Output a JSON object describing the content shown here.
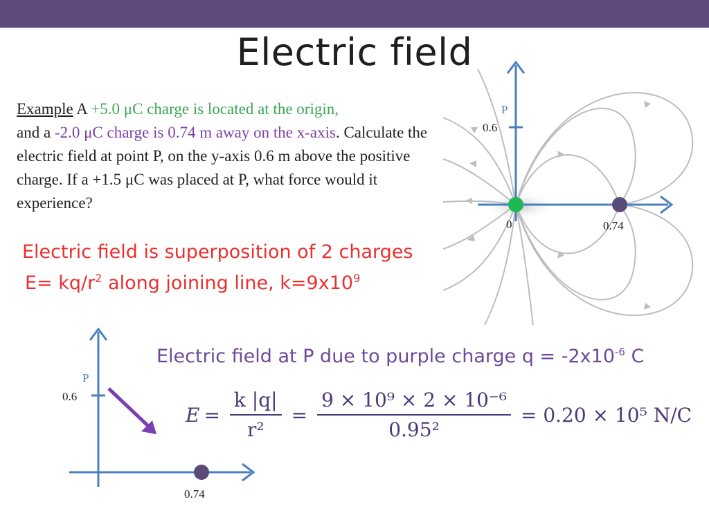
{
  "slide": {
    "title": "Electric field"
  },
  "problem": {
    "label": "Example",
    "p1": " A ",
    "charge1": "+5.0 μC charge is located at the origin,",
    "p2": "and a ",
    "charge2": "-2.0 μC charge is 0.74 m away on the x-axis",
    "p3": ". Calculate the electric field at point P, on the y-axis 0.6 m above the positive charge. If a +1.5 μC was placed at P, what force would it experience?"
  },
  "notes": {
    "line1": "Electric field is superposition of 2 charges",
    "line2_a": "E= kq/r",
    "line2_sup": "2",
    "line2_b": " along joining line, k=9x10",
    "line2_sup2": "9"
  },
  "diagram_top": {
    "p_label": "P",
    "y_tick": "0.6",
    "origin_label": "0",
    "x_tick": "0.74"
  },
  "diagram_bottom": {
    "p_label": "P",
    "y_tick": "0.6",
    "x_tick": "0.74"
  },
  "calc": {
    "heading_a": "Electric field at P due to purple charge q = -2x10",
    "heading_sup": "-6",
    "heading_b": " C",
    "lhs": "E",
    "eq1": "=",
    "frac1_num": "k |q|",
    "frac1_den": "r²",
    "eq2": "=",
    "frac2_num": "9 × 10⁹ × 2 × 10⁻⁶",
    "frac2_den": "0.95²",
    "result": "= 0.20 × 10⁵ N/C"
  },
  "colors": {
    "accent_bar": "#5f4b7b",
    "axis_blue": "#4a7fc1",
    "positive_charge": "#1db954",
    "negative_charge": "#5a4a7a",
    "arrow_purple": "#7a3fb0",
    "note_red": "#e8312f"
  }
}
